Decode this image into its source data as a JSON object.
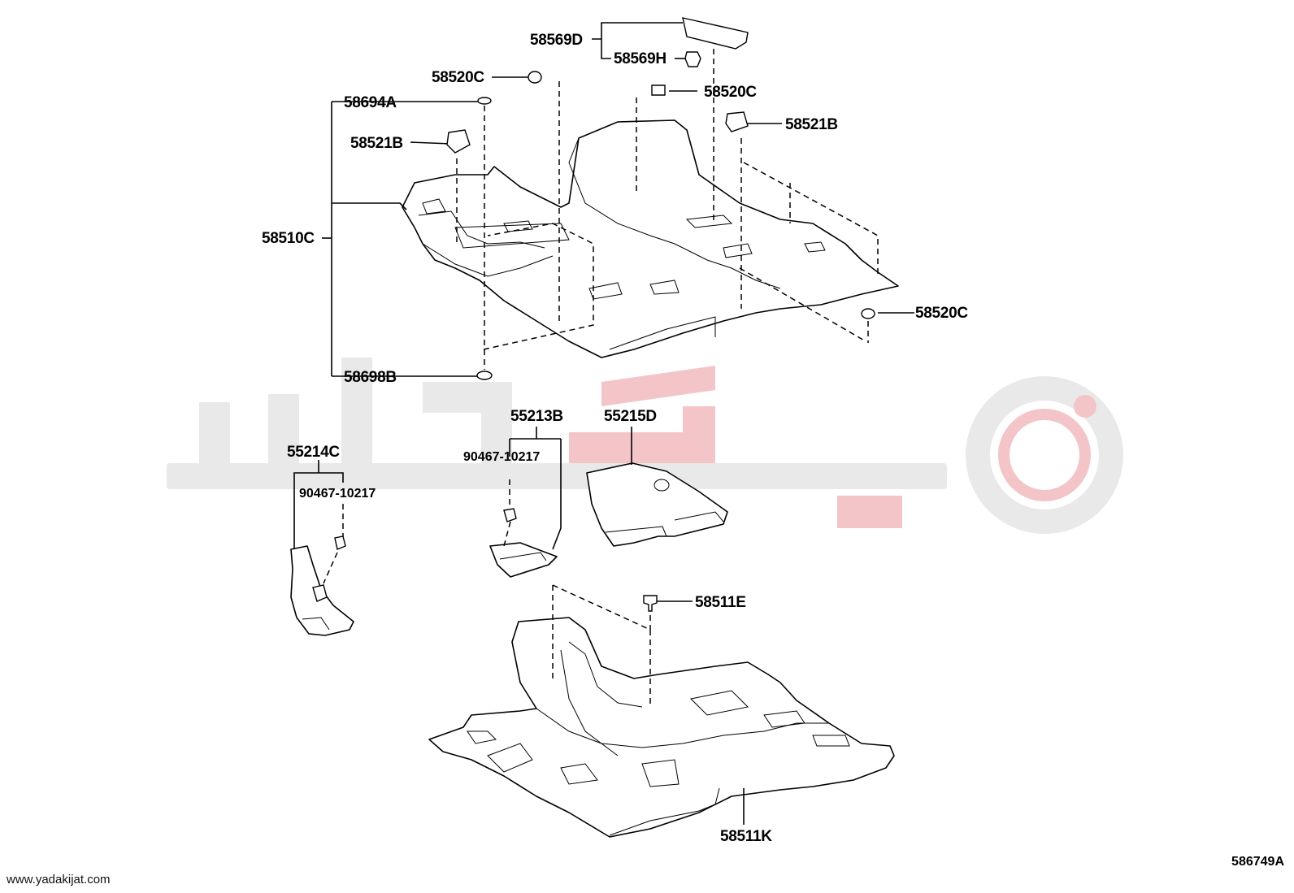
{
  "diagram_code": "586749A",
  "website": "www.yadakijat.com",
  "colors": {
    "line": "#000000",
    "watermark_gray": "#e9e9e9",
    "watermark_red": "#f3c4c8",
    "background": "#ffffff"
  },
  "labels": {
    "p58569D": "58569D",
    "p58569H": "58569H",
    "p58520C_top": "58520C",
    "p58520C_mid": "58520C",
    "p58694A": "58694A",
    "p58521B_left": "58521B",
    "p58521B_right": "58521B",
    "p58510C": "58510C",
    "p58520C_right": "58520C",
    "p58698B": "58698B",
    "p55213B": "55213B",
    "p55215D": "55215D",
    "p55214C": "55214C",
    "p90467_left": "90467-10217",
    "p90467_mid": "90467-10217",
    "p58511E": "58511E",
    "p58511K": "58511K"
  }
}
